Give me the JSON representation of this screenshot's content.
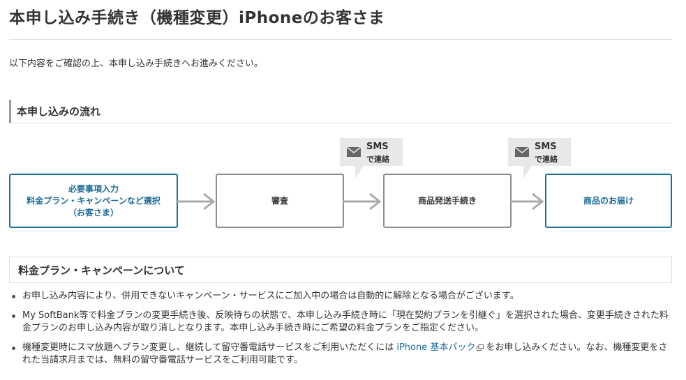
{
  "page": {
    "title": "本申し込み手続き（機種変更）iPhoneのお客さま",
    "intro": "以下内容をご確認の上、本申し込み手続きへお進みください。"
  },
  "flow": {
    "heading": "本申し込みの流れ",
    "steps": [
      {
        "lines": [
          "必要事項入力",
          "料金プラン・キャンペーンなど選択",
          "（お客さま）"
        ],
        "style": "blue"
      },
      {
        "lines": [
          "審査"
        ],
        "style": "gray"
      },
      {
        "lines": [
          "商品発送手続き"
        ],
        "style": "gray"
      },
      {
        "lines": [
          "商品のお届け"
        ],
        "style": "blue"
      }
    ],
    "sms_badges": [
      {
        "label": "SMS",
        "sub": "で連絡",
        "icon": "envelope-icon"
      },
      {
        "label": "SMS",
        "sub": "で連絡",
        "icon": "envelope-icon"
      }
    ]
  },
  "plans": {
    "heading": "料金プラン・キャンペーンについて",
    "notes": {
      "n1": "お申し込み内容により、併用できないキャンペーン・サービスにご加入中の場合は自動的に解除となる場合がございます。",
      "n2": "My SoftBank等で料金プランの変更手続き後、反映待ちの状態で、本申し込み手続き時に「現在契約プランを引継ぐ」を選択された場合、変更手続きされた料金プランのお申し込み内容が取り消しとなります。本申し込み手続き時にご希望の料金プランをご指定ください。",
      "n3_before": "機種変更時にスマ放題へプラン変更し、継続して留守番電話サービスをご利用いただくには ",
      "n3_link": "iPhone 基本パック",
      "n3_after": "をお申し込みください。なお、機種変更をされた当請求月までは、無料の留守番電話サービスをご利用可能です。"
    }
  },
  "colors": {
    "accent_blue": "#1a6a96",
    "box_gray": "#8c8c8c",
    "arrow_gray": "#aaaaaa",
    "badge_bg": "#e8e8e8"
  }
}
